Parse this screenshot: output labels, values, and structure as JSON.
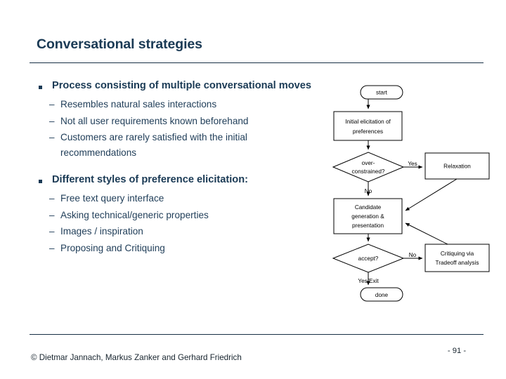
{
  "slide": {
    "title": "Conversational strategies",
    "page_number": "- 91 -",
    "copyright": "© Dietmar Jannach, Markus Zanker and Gerhard Friedrich",
    "accent_color": "#1a3a55",
    "rule_color": "#172f45"
  },
  "content": {
    "groups": [
      {
        "heading": "Process consisting of multiple conversational moves",
        "marker": "square-bullet",
        "items": [
          "Resembles natural sales interactions",
          "Not all user requirements known beforehand",
          "Customers are rarely satisfied with the initial recommendations"
        ]
      },
      {
        "heading": "Different styles of preference elicitation:",
        "marker": "square-bullet",
        "items": [
          "Free text query interface",
          "Asking technical/generic properties",
          "Images / inspiration",
          "Proposing and Critiquing"
        ]
      }
    ],
    "sub_marker": "–"
  },
  "flowchart": {
    "type": "flowchart",
    "nodes": [
      {
        "id": "start",
        "shape": "stadium",
        "label": "start"
      },
      {
        "id": "elicit",
        "shape": "rectangle",
        "label": "Initial elicitation of preferences"
      },
      {
        "id": "overcon",
        "shape": "diamond",
        "label": "over-constrained?"
      },
      {
        "id": "relaxation",
        "shape": "rectangle",
        "label": "Relaxation"
      },
      {
        "id": "candidate",
        "shape": "rectangle",
        "label": "Candidate generation & presentation"
      },
      {
        "id": "accept",
        "shape": "diamond",
        "label": "accept?"
      },
      {
        "id": "critique",
        "shape": "rectangle",
        "label": "Critiquing via Tradeoff analysis"
      },
      {
        "id": "done",
        "shape": "stadium",
        "label": "done"
      }
    ],
    "node_labels": {
      "start": "start",
      "elicit_line1": "Initial elicitation of",
      "elicit_line2": "preferences",
      "overcon_line1": "over-",
      "overcon_line2": "constrained?",
      "relaxation": "Relaxation",
      "candidate_line1": "Candidate",
      "candidate_line2": "generation &",
      "candidate_line3": "presentation",
      "accept": "accept?",
      "critique_line1": "Critiquing via",
      "critique_line2": "Tradeoff analysis",
      "done": "done"
    },
    "edge_labels": {
      "overcon_yes": "Yes",
      "overcon_no": "No",
      "accept_no": "No",
      "accept_yes": "Yes/Exit"
    },
    "stroke_color": "#000000",
    "fill_color": "#ffffff"
  }
}
